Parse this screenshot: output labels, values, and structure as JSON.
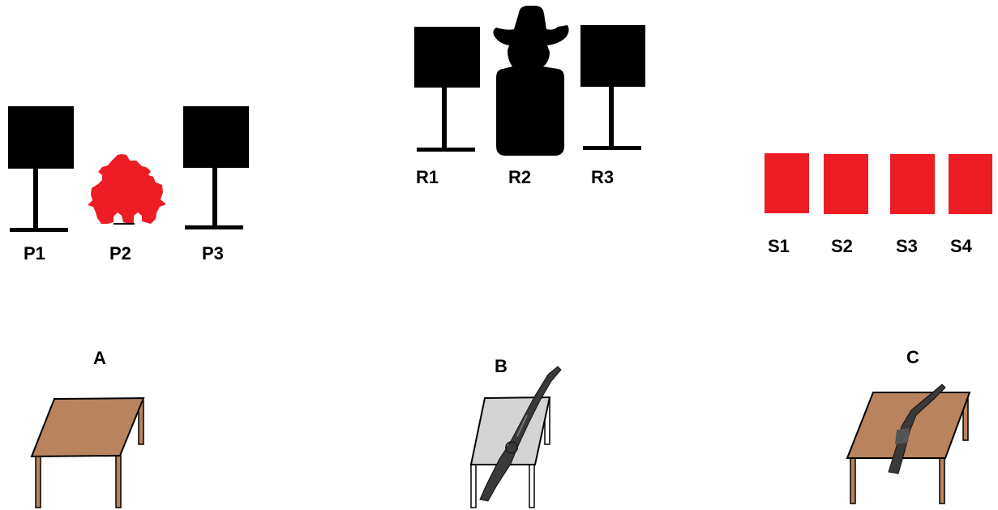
{
  "pistol_targets": {
    "labels": [
      "P1",
      "P2",
      "P3"
    ],
    "steel_color": "#000000",
    "knockdown_color": "#ee1c25"
  },
  "rifle_targets": {
    "labels": [
      "R1",
      "R2",
      "R3"
    ],
    "steel_color": "#000000"
  },
  "shotgun_targets": {
    "labels": [
      "S1",
      "S2",
      "S3",
      "S4"
    ],
    "color": "#ee1c25"
  },
  "tables": {
    "labels": [
      "A",
      "B",
      "C"
    ],
    "wood_color": "#b9835e",
    "grey_table_color": "#d4d4d4"
  }
}
